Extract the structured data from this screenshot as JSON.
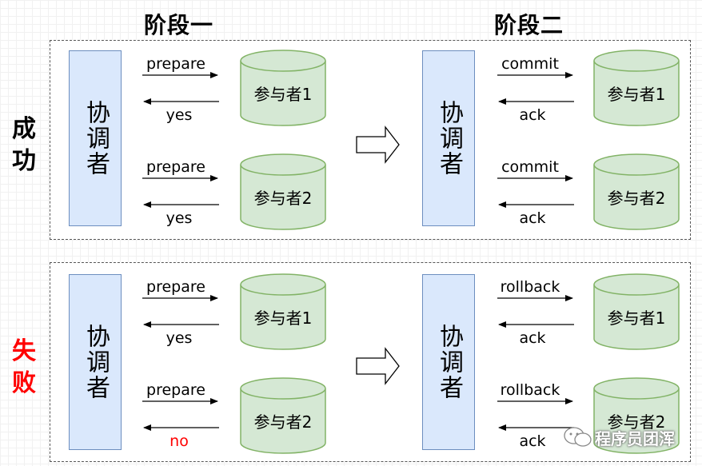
{
  "stages": {
    "phase1": "阶段一",
    "phase2": "阶段二"
  },
  "sections": {
    "success": "成功",
    "failure": "失败"
  },
  "colors": {
    "failure_label": "#ff0000",
    "no_message": "#ff0000",
    "coordinator_fill": "#dae8fc",
    "participant_fill": "#d5e8d4"
  },
  "coordinator": "协调者",
  "participants": {
    "p1": "参与者1",
    "p2": "参与者2"
  },
  "messages": {
    "prepare": "prepare",
    "yes": "yes",
    "no": "no",
    "commit": "commit",
    "rollback": "rollback",
    "ack": "ack"
  },
  "watermark": "程序员团浑"
}
